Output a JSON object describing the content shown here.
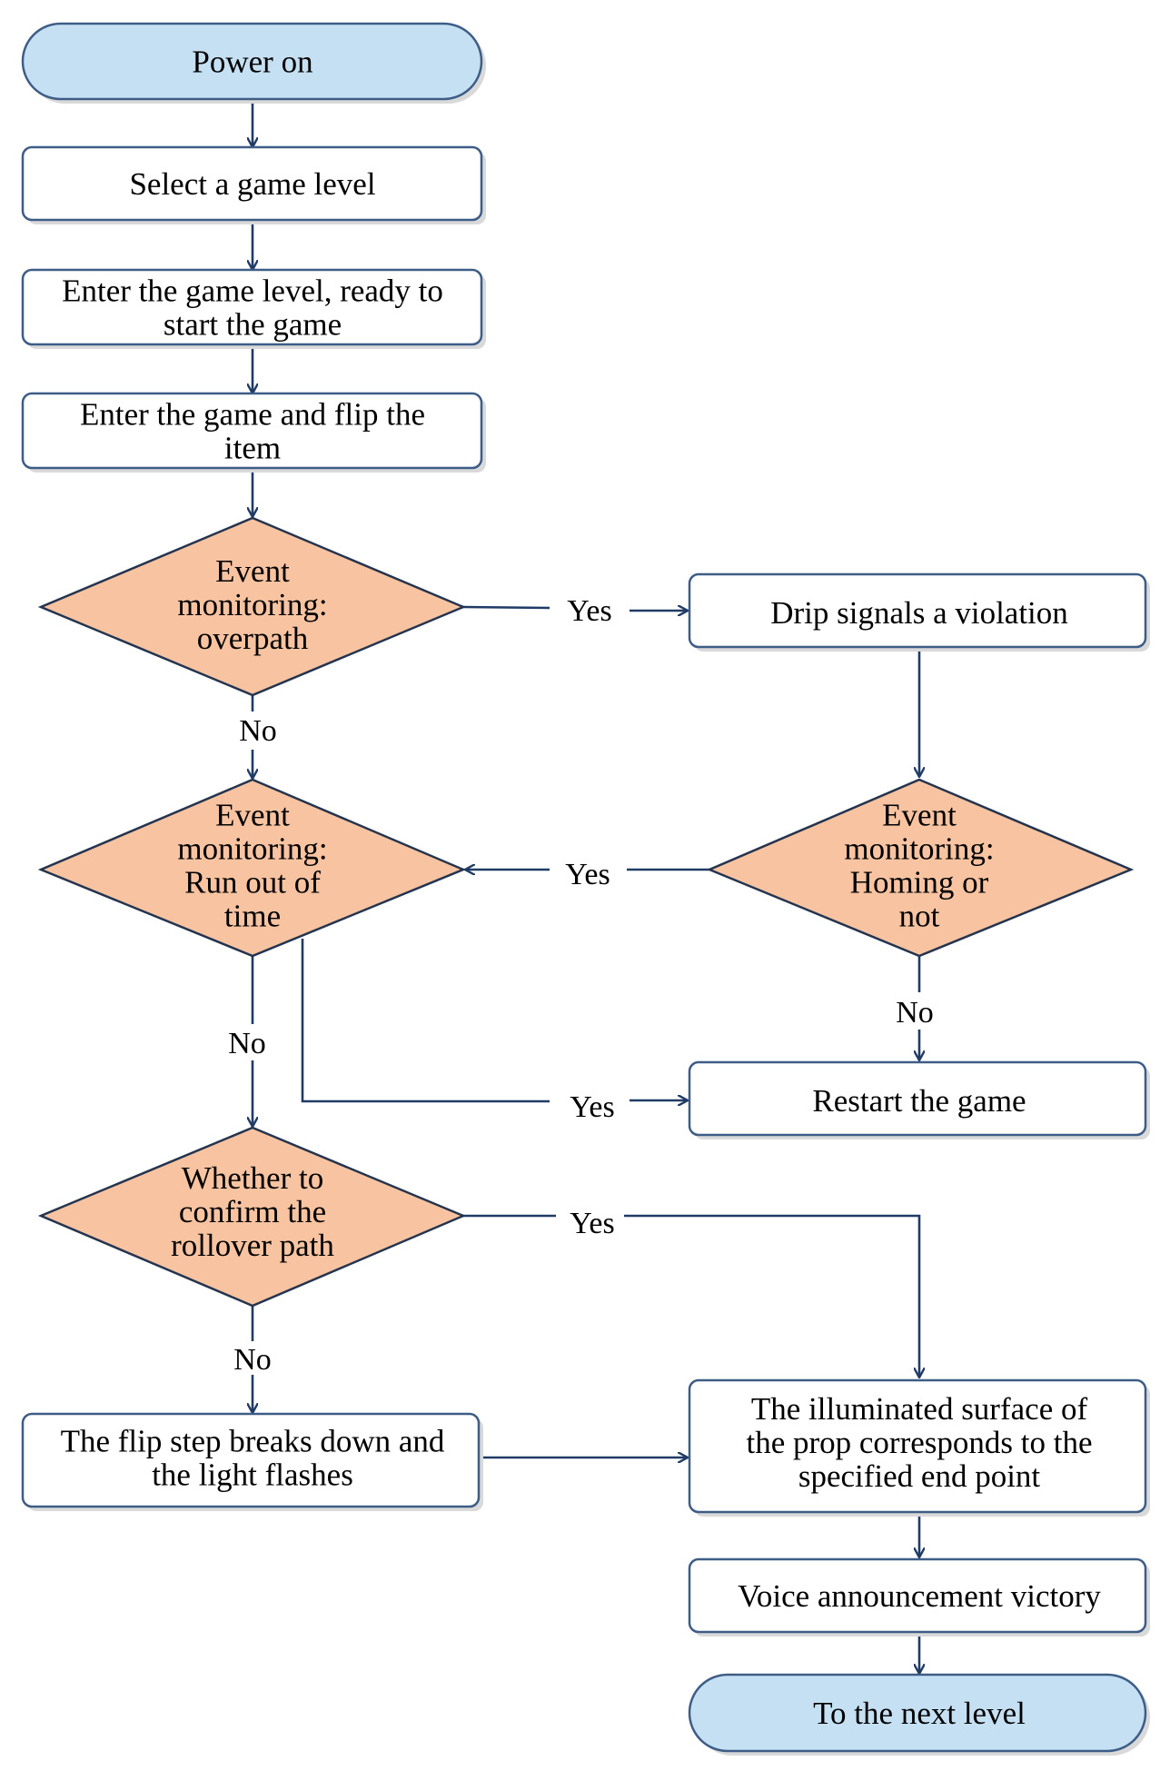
{
  "colors": {
    "terminal_fill": "#c6e0f3",
    "decision_fill": "#f7c3a1",
    "process_fill": "#ffffff",
    "border": "#3e5d86",
    "connector": "#1f3b66"
  },
  "nodes": {
    "power_on": [
      "Power on"
    ],
    "select_level": [
      "Select a game level"
    ],
    "enter_level": [
      "Enter the game level, ready to",
      "start the game"
    ],
    "enter_game": [
      "Enter the game and flip the",
      "item"
    ],
    "dec_overpath": [
      "Event",
      "monitoring:",
      "overpath"
    ],
    "drip_violation": [
      "Drip signals a violation"
    ],
    "dec_time": [
      "Event",
      "monitoring:",
      "Run out of",
      "time"
    ],
    "dec_homing": [
      "Event",
      "monitoring:",
      "Homing or",
      "not"
    ],
    "restart": [
      "Restart the game"
    ],
    "dec_confirm": [
      "Whether to",
      "confirm the",
      "rollover path"
    ],
    "flip_breaks": [
      "The flip step breaks down and",
      "the light flashes"
    ],
    "illuminated": [
      "The illuminated surface of",
      "the prop corresponds to the",
      "specified end point"
    ],
    "voice": [
      "Voice announcement victory"
    ],
    "next_level": [
      "To the next level"
    ]
  },
  "edge_labels": {
    "overpath_yes": "Yes",
    "overpath_no": "No",
    "homing_yes": "Yes",
    "homing_no": "No",
    "time_no": "No",
    "time_yes": "Yes",
    "confirm_yes": "Yes",
    "confirm_no": "No"
  }
}
